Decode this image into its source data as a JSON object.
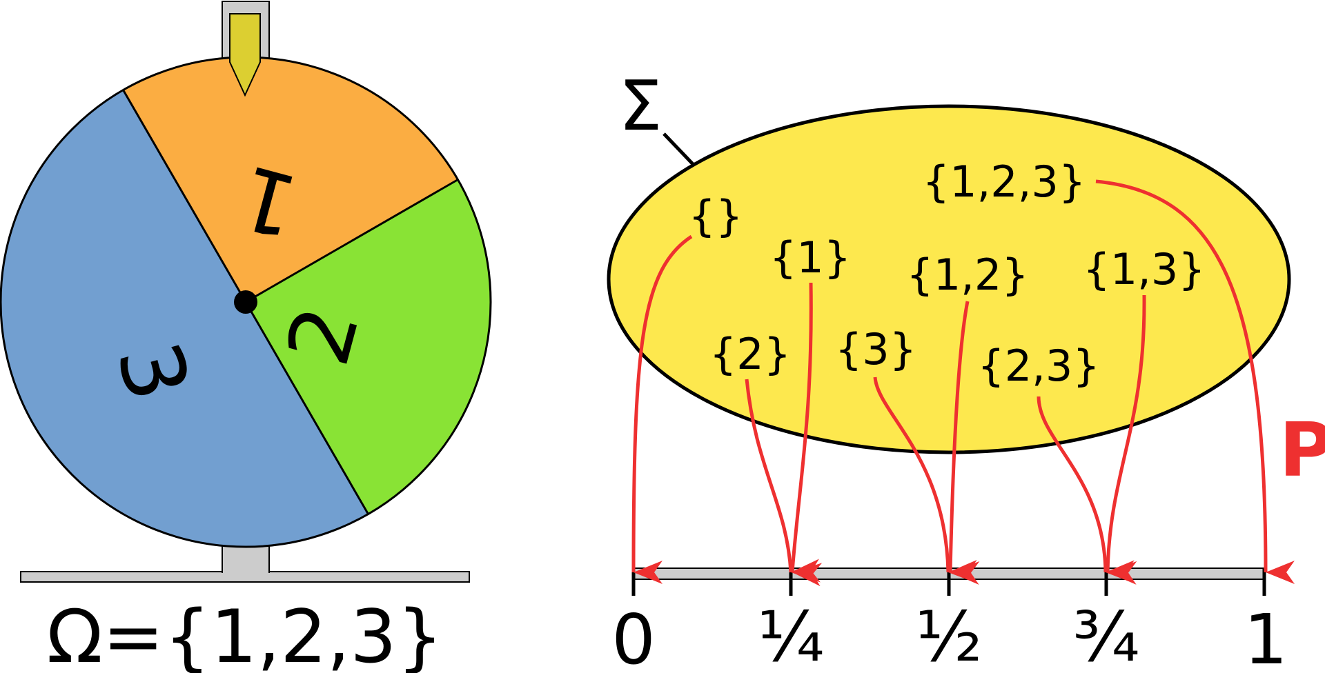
{
  "wheel": {
    "sectors": [
      {
        "label": "1",
        "color": "#fbad42"
      },
      {
        "label": "2",
        "color": "#89e335"
      },
      {
        "label": "3",
        "color": "#729fd0"
      }
    ],
    "pointer_color": "#dccf31",
    "stand_color": "#cccccc"
  },
  "omega_label": "Ω={1,2,3}",
  "sigma": {
    "symbol": "Σ",
    "fill": "#fde84e",
    "events": [
      {
        "id": "empty",
        "label": "{}"
      },
      {
        "id": "s1",
        "label": "{1}"
      },
      {
        "id": "s2",
        "label": "{2}"
      },
      {
        "id": "s3",
        "label": "{3}"
      },
      {
        "id": "s12",
        "label": "{1,2}"
      },
      {
        "id": "s13",
        "label": "{1,3}"
      },
      {
        "id": "s23",
        "label": "{2,3}"
      },
      {
        "id": "s123",
        "label": "{1,2,3}"
      }
    ]
  },
  "probability": {
    "symbol": "P",
    "color": "#ee3030",
    "ticks": [
      "0",
      "¼",
      "½",
      "¾",
      "1"
    ]
  }
}
